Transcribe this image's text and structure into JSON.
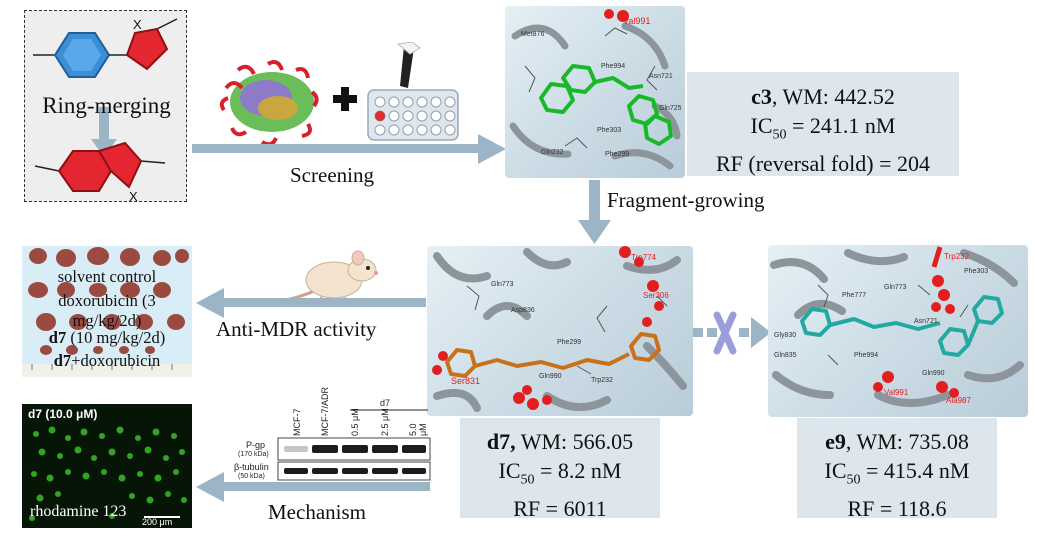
{
  "ring_merging": {
    "label": "Ring-merging"
  },
  "arrows": {
    "screening": "Screening",
    "fragment_growing": "Fragment-growing",
    "anti_mdr": "Anti-MDR  activity",
    "mechanism": "Mechanism"
  },
  "compounds": {
    "c3": {
      "name": "c3",
      "wm": ", WM: 442.52",
      "ic50_prefix": "IC",
      "ic50_sub": "50",
      "ic50_value": " = 241.1 nM",
      "rf": "RF (reversal fold) = 204"
    },
    "d7": {
      "name": "d7,",
      "wm": " WM: 566.05",
      "ic50_prefix": "IC",
      "ic50_sub": "50",
      "ic50_value": " = 8.2 nM",
      "rf": "RF = 6011"
    },
    "e9": {
      "name": "e9",
      "wm": ", WM: 735.08",
      "ic50_prefix": "IC",
      "ic50_sub": "50",
      "ic50_value": " = 415.4 nM",
      "rf": "RF = 118.6"
    }
  },
  "residues": {
    "c3": {
      "red": "Val991",
      "gray": [
        "Met876",
        "Phe994",
        "Asn721",
        "Phe303",
        "Gln725",
        "Phe299",
        "Gln232"
      ]
    },
    "d7": {
      "red": [
        "Trp774",
        "Ser306",
        "Ser831"
      ],
      "gray": [
        "Gln773",
        "Phe299",
        "Gln990",
        "Trp232",
        "Asp836"
      ]
    },
    "e9": {
      "red": [
        "Trp232",
        "Val991",
        "Ala987"
      ],
      "gray": [
        "Phe777",
        "Gln773",
        "Phe303",
        "Gln835",
        "Asn721",
        "Gly830",
        "Gln990",
        "Phe994"
      ]
    }
  },
  "tumors": {
    "row1": "solvent control",
    "row2": "doxorubicin (3 mg/kg/2d)",
    "row3_bold": "d7",
    "row3_rest": " (10 mg/kg/2d)",
    "row4_bold": "d7",
    "row4_rest": "+doxorubicin"
  },
  "western_blot": {
    "lanes": [
      "MCF-7",
      "MCF-7/ADR",
      "0.5 μM",
      "2.5 μM",
      "5.0 μM"
    ],
    "group_label": "d7",
    "rows": [
      {
        "protein": "P-gp",
        "weight": "(170 kDa)"
      },
      {
        "protein": "β-tubulin",
        "weight": "(50 kDa)"
      }
    ]
  },
  "fluorescence": {
    "title": "d7 (10.0 μM)",
    "stain": "rhodamine 123",
    "scale": "200 μm"
  },
  "colors": {
    "benzene": "#3a8fd6",
    "five_ring": "#e3262f",
    "c3_ligand": "#19b82b",
    "d7_ligand": "#c9701a",
    "e9_ligand": "#22a9a1",
    "arrow": "#9bb5c7",
    "infobox": "#dce6ec",
    "fluor_green": "#3dbb2a"
  }
}
